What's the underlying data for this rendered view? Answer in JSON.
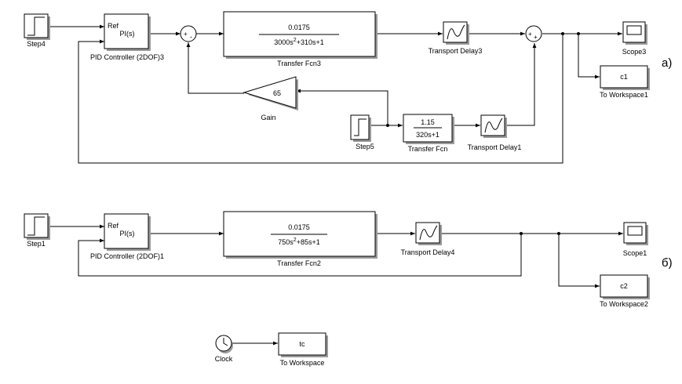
{
  "diagram_a": {
    "part_label": "а)",
    "step4": {
      "name": "Step4"
    },
    "pid": {
      "name": "PID Controller (2DOF)3",
      "ref": "Ref",
      "content": "PI(s)"
    },
    "sum1": {
      "signs": [
        "+",
        "-"
      ]
    },
    "tf3": {
      "name": "Transfer Fcn3",
      "num": "0.0175",
      "den_a": "3000s",
      "den_exp": "2",
      "den_b": "+310s+1"
    },
    "delay3": {
      "name": "Transport Delay3"
    },
    "sum2": {
      "signs": [
        "+",
        "+"
      ]
    },
    "scope3": {
      "name": "Scope3"
    },
    "ws1": {
      "name": "To Workspace1",
      "var": "c1"
    },
    "gain": {
      "name": "Gain",
      "value": "65"
    },
    "step5": {
      "name": "Step5"
    },
    "tf": {
      "name": "Transfer Fcn",
      "num": "1.15",
      "den": "320s+1"
    },
    "delay1": {
      "name": "Transport Delay1"
    }
  },
  "diagram_b": {
    "part_label": "б)",
    "step1": {
      "name": "Step1"
    },
    "pid": {
      "name": "PID Controller (2DOF)1",
      "ref": "Ref",
      "content": "PI(s)"
    },
    "tf2": {
      "name": "Transfer Fcn2",
      "num": "0.0175",
      "den_a": "750s",
      "den_exp": "2",
      "den_b": "+85s+1"
    },
    "delay4": {
      "name": "Transport Delay4"
    },
    "scope1": {
      "name": "Scope1"
    },
    "ws2": {
      "name": "To Workspace2",
      "var": "c2"
    }
  },
  "clock_group": {
    "clock": {
      "name": "Clock"
    },
    "ws": {
      "name": "To Workspace",
      "var": "tc"
    }
  }
}
